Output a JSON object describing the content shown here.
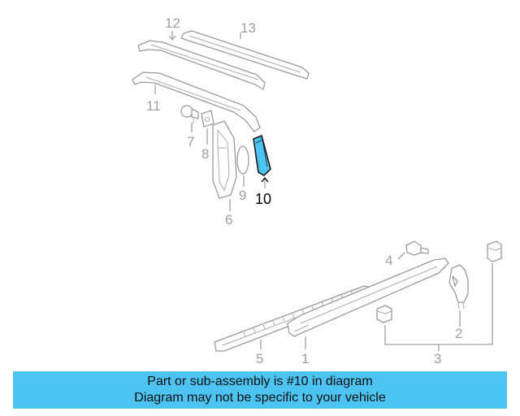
{
  "diagram": {
    "callouts": {
      "c1": "1",
      "c2": "2",
      "c3": "3",
      "c4": "4",
      "c5": "5",
      "c6": "6",
      "c7": "7",
      "c8": "8",
      "c9": "9",
      "c10": "10",
      "c11": "11",
      "c12": "12",
      "c13": "13"
    },
    "highlight_color": "#4cc3f0",
    "line_color": "#9a9a9a"
  },
  "banner": {
    "line1": "Part or sub-assembly is #10 in diagram",
    "line2": "Diagram may not be specific to your vehicle",
    "color": "#4cc3f0"
  }
}
